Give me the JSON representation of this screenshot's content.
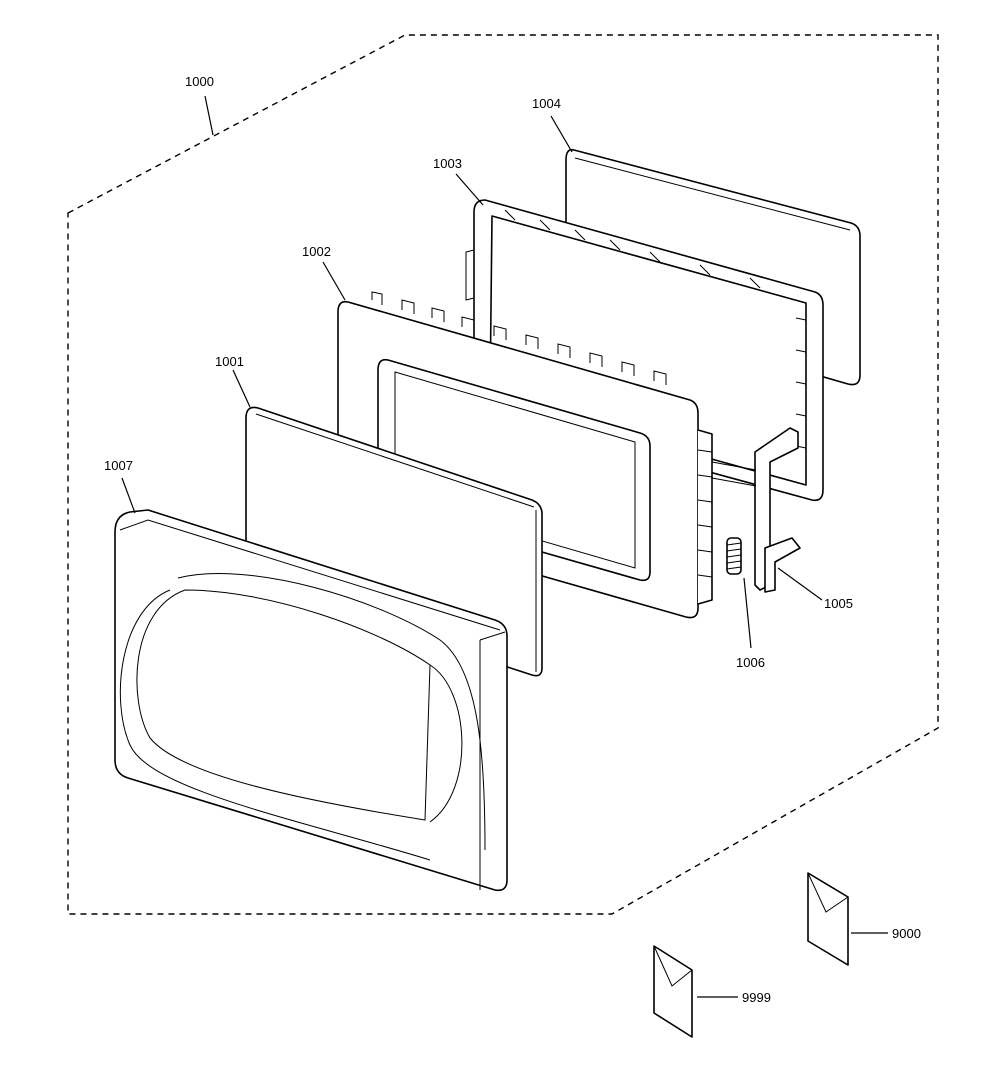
{
  "callouts": {
    "c1000": "1000",
    "c1001": "1001",
    "c1002": "1002",
    "c1003": "1003",
    "c1004": "1004",
    "c1005": "1005",
    "c1006": "1006",
    "c1007": "1007",
    "c9000": "9000",
    "c9999": "9999"
  }
}
